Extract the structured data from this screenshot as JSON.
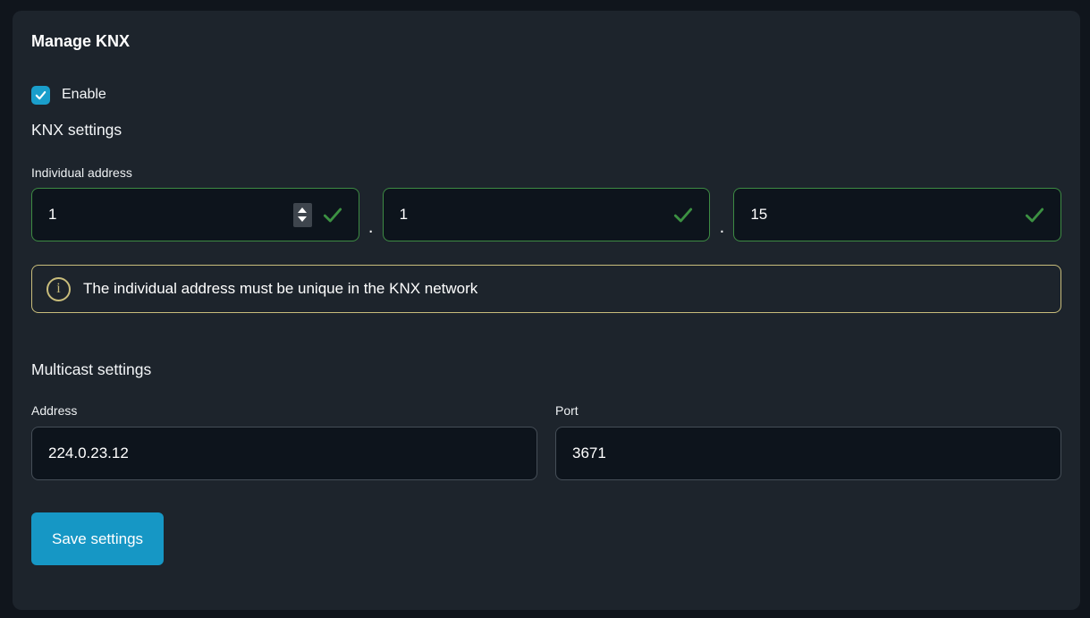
{
  "card": {
    "title": "Manage KNX"
  },
  "enable_checkbox": {
    "label": "Enable",
    "checked": true
  },
  "knx_settings": {
    "heading": "KNX settings",
    "individual_address": {
      "label": "Individual address",
      "parts": [
        "1",
        "1",
        "15"
      ],
      "separator": ".",
      "valid": true
    },
    "info_message": "The individual address must be unique in the KNX network"
  },
  "multicast_settings": {
    "heading": "Multicast settings",
    "address": {
      "label": "Address",
      "value": "224.0.23.12"
    },
    "port": {
      "label": "Port",
      "value": "3671"
    }
  },
  "actions": {
    "save_button": "Save settings"
  },
  "colors": {
    "accent_blue": "#1697c5",
    "checkbox_blue": "#1a9ecb",
    "valid_green_border": "#3d8b43",
    "valid_green_check": "#3c9142",
    "info_yellow": "#c9bd7b",
    "card_background": "#1d242c",
    "page_background": "#10151c",
    "input_background": "#0d141c",
    "input_border": "#454e57"
  }
}
